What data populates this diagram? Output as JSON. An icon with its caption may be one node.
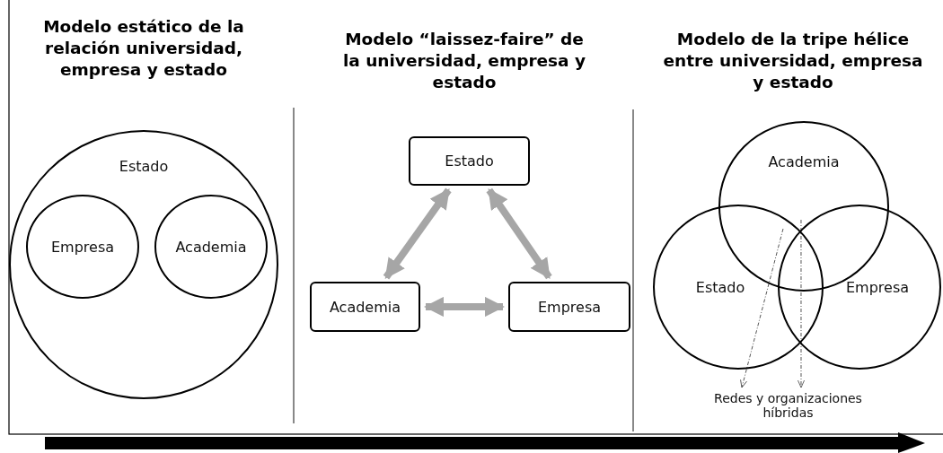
{
  "diagram": {
    "nodes": [
      {
        "text": [
          "Estado"
        ]
      },
      {
        "text": [
          "Empresa"
        ],
        "in": 0
      },
      {
        "text": [
          "Academia"
        ],
        "in": 0
      },
      {
        "text": [
          "Estado"
        ]
      },
      {
        "text": [
          "Academia"
        ]
      },
      {
        "text": [
          "Empresa"
        ]
      },
      {
        "text": [
          "Academia"
        ]
      },
      {
        "text": [
          "Estado"
        ]
      },
      {
        "text": [
          "Empresa"
        ]
      },
      {
        "text": [
          "Redes y organizaciones híbridas"
        ]
      }
    ],
    "edges": [
      {
        "from": 3,
        "to": 4,
        "arrow": "both"
      },
      {
        "from": 3,
        "to": 5,
        "arrow": "both"
      },
      {
        "from": 4,
        "to": 5,
        "arrow": "both"
      },
      {
        "from": 7,
        "to": 9,
        "arrow": "to",
        "style": "dashed"
      },
      {
        "from": 6,
        "to": 9,
        "arrow": "to",
        "style": "dashed"
      }
    ],
    "labels": [
      "Modelo estático de la relación universidad, empresa y estado",
      "Modelo “laissez-faire” de la universidad, empresa y estado",
      "Modelo de la tripe hélice entre universidad, empresa y estado"
    ]
  }
}
